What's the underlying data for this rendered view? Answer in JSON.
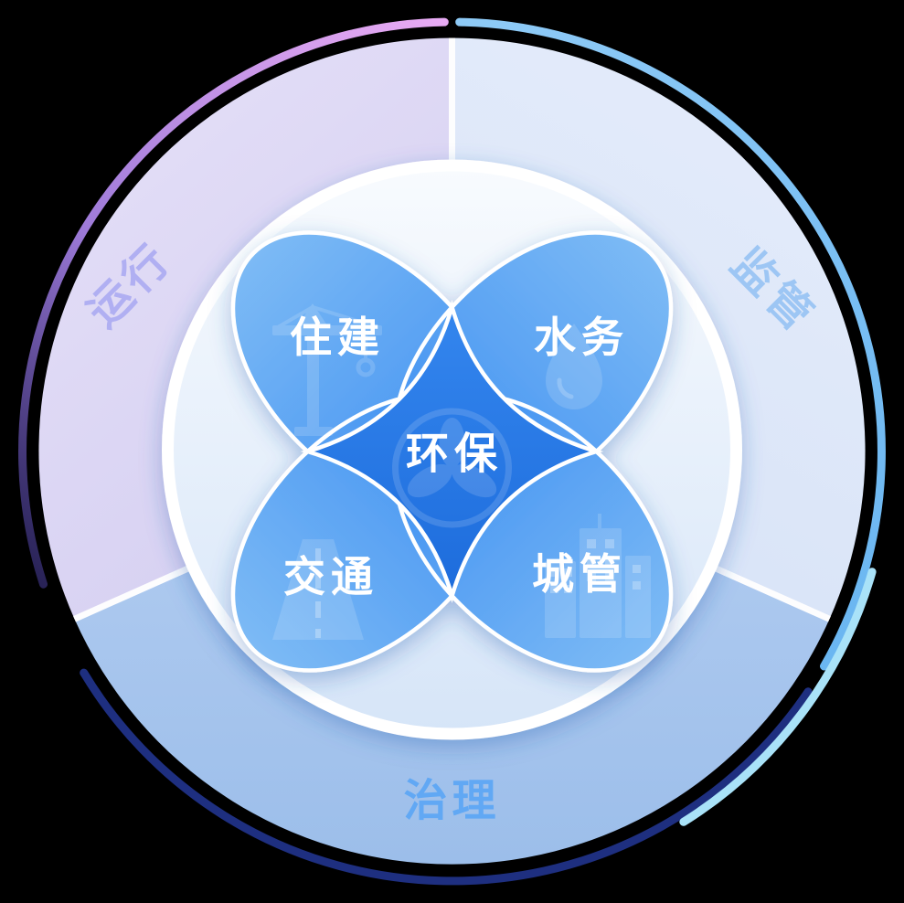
{
  "background": "#000000",
  "ring": {
    "sectors": [
      {
        "id": "operation",
        "label": "运行",
        "text_color": "#b0aff2",
        "fill": "#ded9f4"
      },
      {
        "id": "supervision",
        "label": "监管",
        "text_color": "#9dc6f4",
        "fill": "#dde7f8"
      },
      {
        "id": "governance",
        "label": "治理",
        "text_color": "#61a8f4",
        "fill": "#a8c6ee"
      }
    ]
  },
  "petals": [
    {
      "id": "housing",
      "label": "住建",
      "icon": "crane-icon"
    },
    {
      "id": "water",
      "label": "水务",
      "icon": "water-drop-icon"
    },
    {
      "id": "traffic",
      "label": "交通",
      "icon": "road-icon"
    },
    {
      "id": "urban-mgmt",
      "label": "城管",
      "icon": "buildings-icon"
    }
  ],
  "center": {
    "label": "环保",
    "icon": "fan-icon"
  },
  "palette": {
    "petal_outer": "#7cbaf5",
    "petal_inner": "#3e8ff1",
    "center_diamond_top": "#3486ee",
    "center_diamond_bottom": "#1d6cdc",
    "arc_purple_start": "#4a3f9e",
    "arc_purple_mid": "#9d7ad8",
    "arc_purple_end": "#e8abf4",
    "arc_light_blue": "#86c5f4",
    "arc_navy": "#1e2f80",
    "arc_cyan": "#a9e2f8"
  }
}
